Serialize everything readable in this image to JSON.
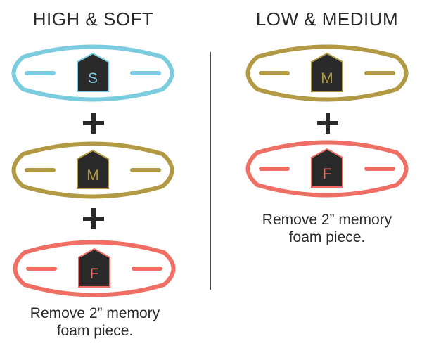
{
  "columns": [
    {
      "title": "HIGH & SOFT",
      "pillows": [
        {
          "letter": "S",
          "color": "#7cccdf",
          "icon": "house-badge-icon"
        },
        {
          "letter": "M",
          "color": "#b19a43",
          "icon": "house-badge-icon"
        },
        {
          "letter": "F",
          "color": "#ef6f64",
          "icon": "house-badge-icon"
        }
      ],
      "joiner_icon": "plus-icon",
      "note_line1": "Remove 2” memory",
      "note_line2": "foam piece."
    },
    {
      "title": "LOW & MEDIUM",
      "pillows": [
        {
          "letter": "M",
          "color": "#b19a43",
          "icon": "house-badge-icon"
        },
        {
          "letter": "F",
          "color": "#ef6f64",
          "icon": "house-badge-icon"
        }
      ],
      "joiner_icon": "plus-icon",
      "note_line1": "Remove 2” memory",
      "note_line2": "foam piece."
    }
  ],
  "colors": {
    "soft": "#7cccdf",
    "medium": "#b19a43",
    "firm": "#ef6f64",
    "badge_fill": "#2b2a2b",
    "text": "#2b2a2b"
  }
}
